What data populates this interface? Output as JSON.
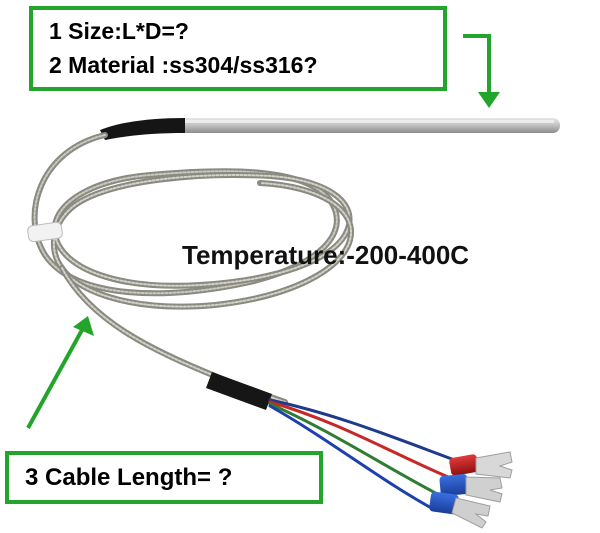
{
  "callout_top": {
    "line1": "1 Size:L*D=?",
    "line2": "2 Material :ss304/ss316?"
  },
  "temperature_label": "Temperature:-200-400C",
  "callout_bottom": {
    "line1": "3 Cable Length= ?"
  },
  "colors": {
    "callout_green": "#22a52a",
    "probe_steel": "#bfbfbf",
    "cable_braid": "#9a9a90",
    "lug_red": "#c4161c",
    "lug_blue": "#1f4fb5",
    "wire_red": "#c62828",
    "wire_green": "#2e7d32",
    "wire_blue": "#1e3a8a"
  }
}
